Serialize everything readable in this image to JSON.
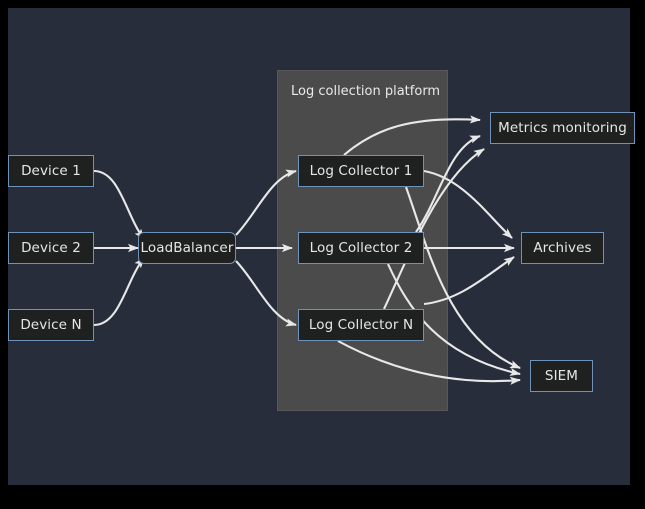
{
  "diagram": {
    "type": "flowchart",
    "title": null,
    "theme": {
      "page_background": "#000000",
      "canvas_background": "#282d3b",
      "node_fill": "#1f2020",
      "node_border": "#6f93b8",
      "node_text": "#e6e6e6",
      "cluster_fill": "#4b4b4b",
      "cluster_border": "#585858",
      "cluster_text": "#eaeaea",
      "edge_stroke": "#e8e8e8"
    },
    "cluster": {
      "id": "log-collection-platform",
      "label": "Log collection platform"
    },
    "nodes": [
      {
        "id": "device1",
        "label": "Device 1",
        "group": "sources"
      },
      {
        "id": "device2",
        "label": "Device 2",
        "group": "sources"
      },
      {
        "id": "deviceN",
        "label": "Device N",
        "group": "sources"
      },
      {
        "id": "lb",
        "label": "LoadBalancer",
        "group": "balancer"
      },
      {
        "id": "collector1",
        "label": "Log Collector 1",
        "group": "log-collection-platform"
      },
      {
        "id": "collector2",
        "label": "Log Collector 2",
        "group": "log-collection-platform"
      },
      {
        "id": "collectorN",
        "label": "Log Collector N",
        "group": "log-collection-platform"
      },
      {
        "id": "metrics",
        "label": "Metrics monitoring",
        "group": "sinks"
      },
      {
        "id": "archives",
        "label": "Archives",
        "group": "sinks"
      },
      {
        "id": "siem",
        "label": "SIEM",
        "group": "sinks"
      }
    ],
    "edges": [
      {
        "from": "device1",
        "to": "lb"
      },
      {
        "from": "device2",
        "to": "lb"
      },
      {
        "from": "deviceN",
        "to": "lb"
      },
      {
        "from": "lb",
        "to": "collector1"
      },
      {
        "from": "lb",
        "to": "collector2"
      },
      {
        "from": "lb",
        "to": "collectorN"
      },
      {
        "from": "collector1",
        "to": "metrics"
      },
      {
        "from": "collector1",
        "to": "archives"
      },
      {
        "from": "collector1",
        "to": "siem"
      },
      {
        "from": "collector2",
        "to": "metrics"
      },
      {
        "from": "collector2",
        "to": "archives"
      },
      {
        "from": "collector2",
        "to": "siem"
      },
      {
        "from": "collectorN",
        "to": "metrics"
      },
      {
        "from": "collectorN",
        "to": "archives"
      },
      {
        "from": "collectorN",
        "to": "siem"
      }
    ]
  }
}
